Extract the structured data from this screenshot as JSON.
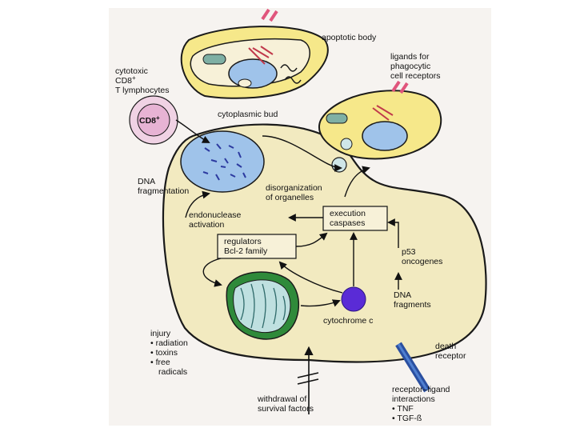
{
  "labels": {
    "apoptotic_body": "apoptotic body",
    "ligands_line1": "ligands for",
    "ligands_line2": "phagocytic",
    "ligands_line3": "cell receptors",
    "cytotoxic_line1": "cytotoxic",
    "cytotoxic_line2": "CD8",
    "cytotoxic_line3": "T lymphocytes",
    "cd8_cell": "CD8",
    "plus": "+",
    "cytoplasmic_bud": "cytoplasmic bud",
    "dna_frag_line1": "DNA",
    "dna_frag_line2": "fragmentation",
    "disorg_line1": "disorganization",
    "disorg_line2": "of organelles",
    "endonuclease_line1": "endonuclease",
    "endonuclease_line2": "activation",
    "execution_line1": "execution",
    "execution_line2": "caspases",
    "regulators_line1": "regulators",
    "regulators_line2": "Bcl-2 family",
    "p53_line1": "p53",
    "p53_line2": "oncogenes",
    "dna_fragments_line1": "DNA",
    "dna_fragments_line2": "fragments",
    "cytochrome": "cytochrome c",
    "injury_title": "injury",
    "injury_item1": "• radiation",
    "injury_item2": "• toxins",
    "injury_item3": "• free",
    "injury_item4": "radicals",
    "death_receptor_line1": "death",
    "death_receptor_line2": "receptor",
    "withdrawal_line1": "withdrawal of",
    "withdrawal_line2": "survival factors",
    "receptor_ligand_line1": "receptor–ligand",
    "receptor_ligand_line2": "interactions",
    "receptor_ligand_item1": "• TNF",
    "receptor_ligand_item2": "• TGF-ß"
  },
  "colors": {
    "cell_fill": "#f2eac0",
    "cell_stroke": "#1a1a1a",
    "body_fill": "#f6e88a",
    "nucleus_fill": "#9fc3ea",
    "mito_fill": "#2f8a3a",
    "cytochrome_fill": "#5a2bd6",
    "cd8_fill": "#e7b3d4",
    "ligand_color": "#e0557c",
    "receptor_color": "#2a4fa0"
  }
}
